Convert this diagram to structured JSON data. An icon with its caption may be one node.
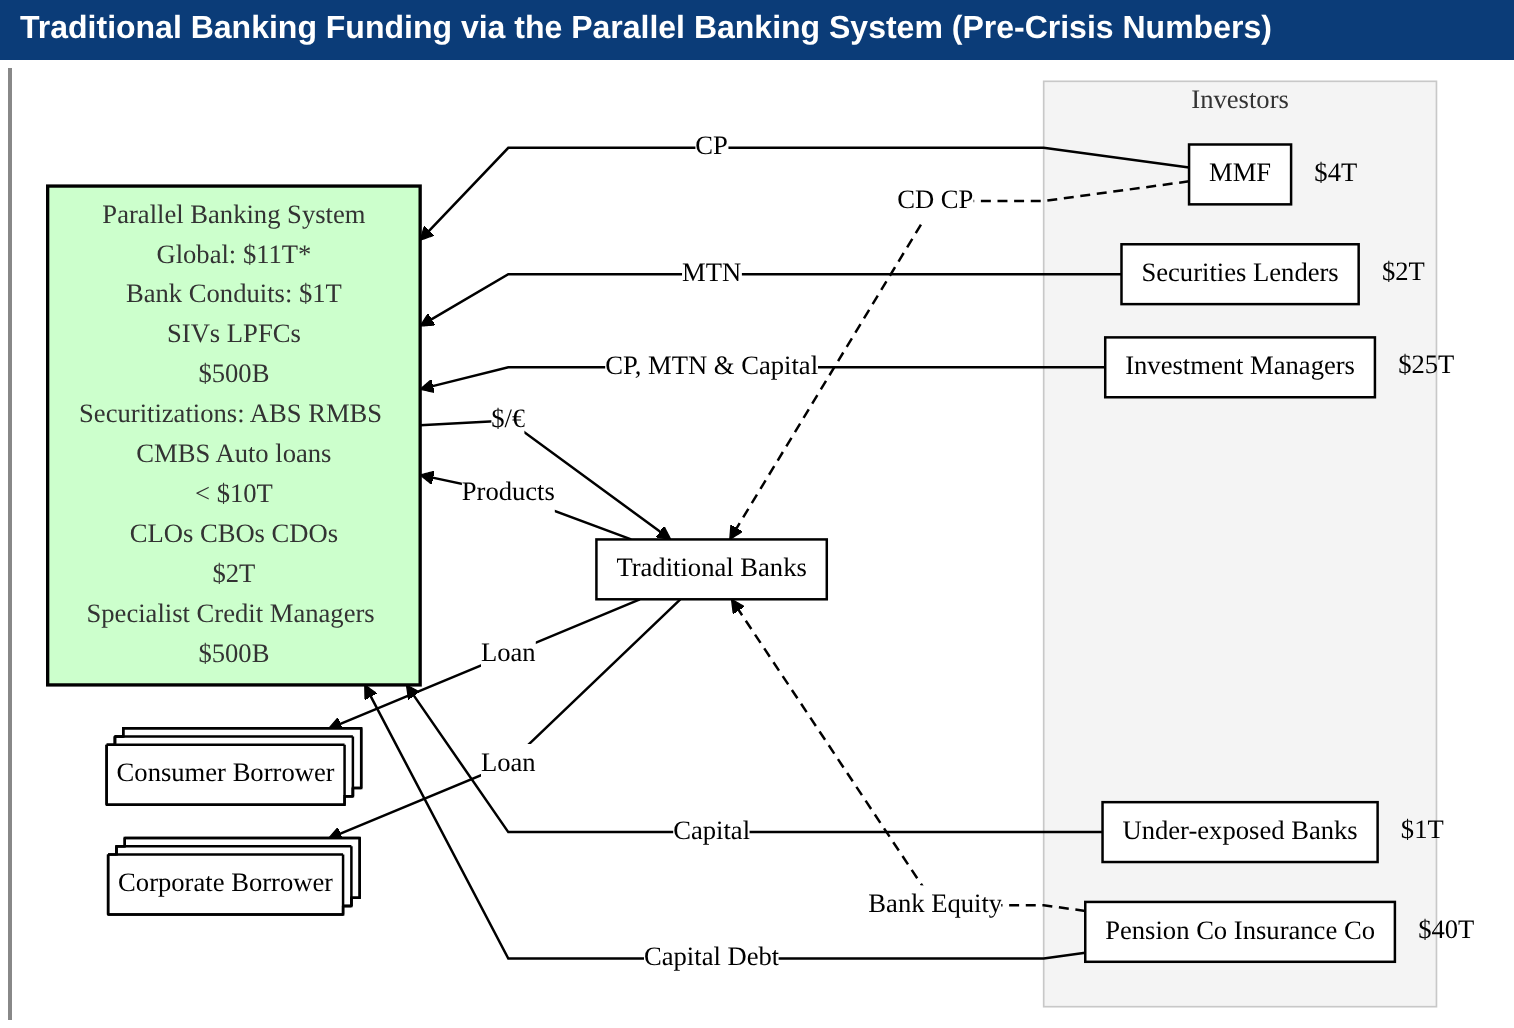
{
  "diagram": {
    "title": "Traditional Banking Funding via the Parallel Banking System (Pre-Crisis Numbers)",
    "nodes": [
      {
        "text": [
          "Corporate Borrower"
        ]
      },
      {
        "text": [
          "Consumer Borrower"
        ]
      },
      {
        "text": [
          "Traditional Banks"
        ]
      },
      {
        "text": [
          "Parallel Banking System",
          "Global: $11T*",
          "Bank Conduits: $1T",
          "SIVs LPFCs",
          "$500B",
          "Securitizations: ABS RMBS CMBS Auto loans",
          "< $10T",
          "CLOs CBOs CDOs",
          "$2T",
          "Specialist Credit Managers $500B"
        ]
      },
      {
        "text": [
          "Investors"
        ]
      },
      {
        "text": [
          "MMF"
        ],
        "in": 4,
        "beside": [
          "$4T"
        ]
      },
      {
        "text": [
          "Securities Lenders"
        ],
        "in": 4,
        "beside": [
          "$2T"
        ]
      },
      {
        "text": [
          "Investment Managers"
        ],
        "in": 4,
        "beside": [
          "$25T"
        ]
      },
      {
        "text": [
          "Under-exposed Banks"
        ],
        "in": 4,
        "beside": [
          "$1T"
        ]
      },
      {
        "text": [
          "Pension Co Insurance Co"
        ],
        "in": 4,
        "beside": [
          "$40T"
        ]
      }
    ],
    "edges": [
      {
        "from": 2,
        "to": 0,
        "arrow": "to",
        "label": "Loan"
      },
      {
        "from": 2,
        "to": 1,
        "arrow": "to",
        "label": "Loan"
      },
      {
        "from": 3,
        "to": 2,
        "arrow": "to",
        "label": "$/€"
      },
      {
        "from": 2,
        "to": 3,
        "arrow": "to",
        "label": "Products"
      },
      {
        "from": 5,
        "to": 2,
        "arrow": "to",
        "label": "CD CP",
        "style": "dashed"
      },
      {
        "from": 5,
        "to": 3,
        "arrow": "to",
        "label": "CP"
      },
      {
        "from": 6,
        "to": 3,
        "arrow": "to",
        "label": "MTN"
      },
      {
        "from": 7,
        "to": 3,
        "arrow": "to",
        "label": "CP, MTN & Capital"
      },
      {
        "from": 8,
        "to": 3,
        "arrow": "to",
        "label": "Capital"
      },
      {
        "from": 9,
        "to": 3,
        "arrow": "to",
        "label": "Capital Debt"
      },
      {
        "from": 9,
        "to": 2,
        "arrow": "to",
        "label": "Bank Equity",
        "style": "dashed"
      }
    ]
  }
}
